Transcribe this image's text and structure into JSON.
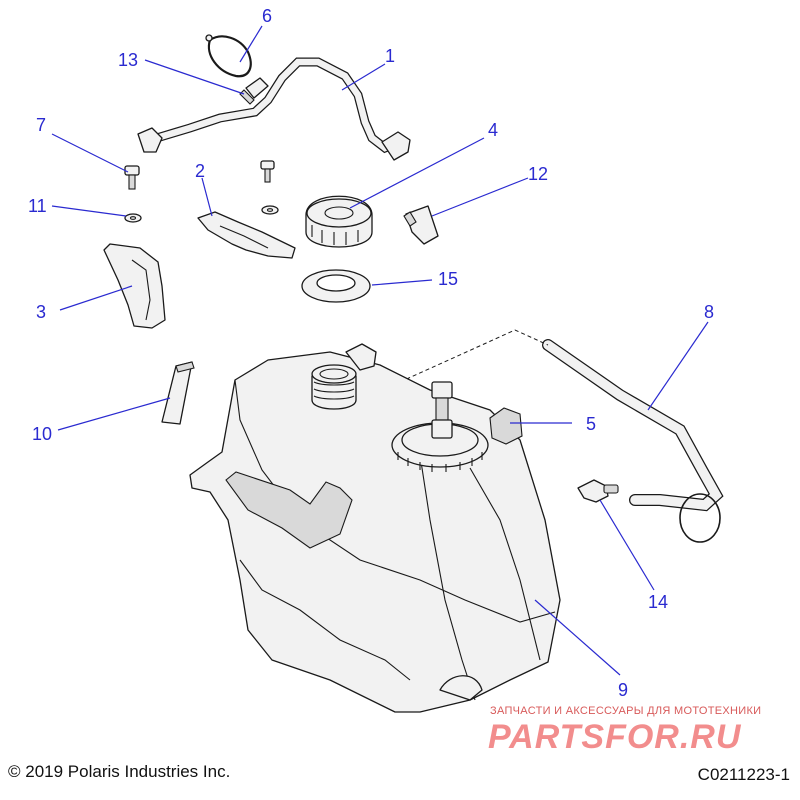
{
  "callouts": {
    "c1": "1",
    "c2": "2",
    "c3": "3",
    "c4": "4",
    "c5": "5",
    "c6": "6",
    "c7": "7",
    "c8": "8",
    "c9": "9",
    "c10": "10",
    "c11": "11",
    "c12": "12",
    "c13": "13",
    "c14": "14",
    "c15": "15"
  },
  "footer": {
    "copyright": "© 2019 Polaris Industries Inc.",
    "drawing_id": "C0211223-1"
  },
  "watermark": {
    "tagline": "ЗАПЧАСТИ И АКСЕССУАРЫ ДЛЯ МОТОТЕХНИКИ",
    "logo": "PARTSFOR.RU"
  },
  "colors": {
    "callout": "#2a2ad0",
    "watermark": "#f07a7a"
  }
}
